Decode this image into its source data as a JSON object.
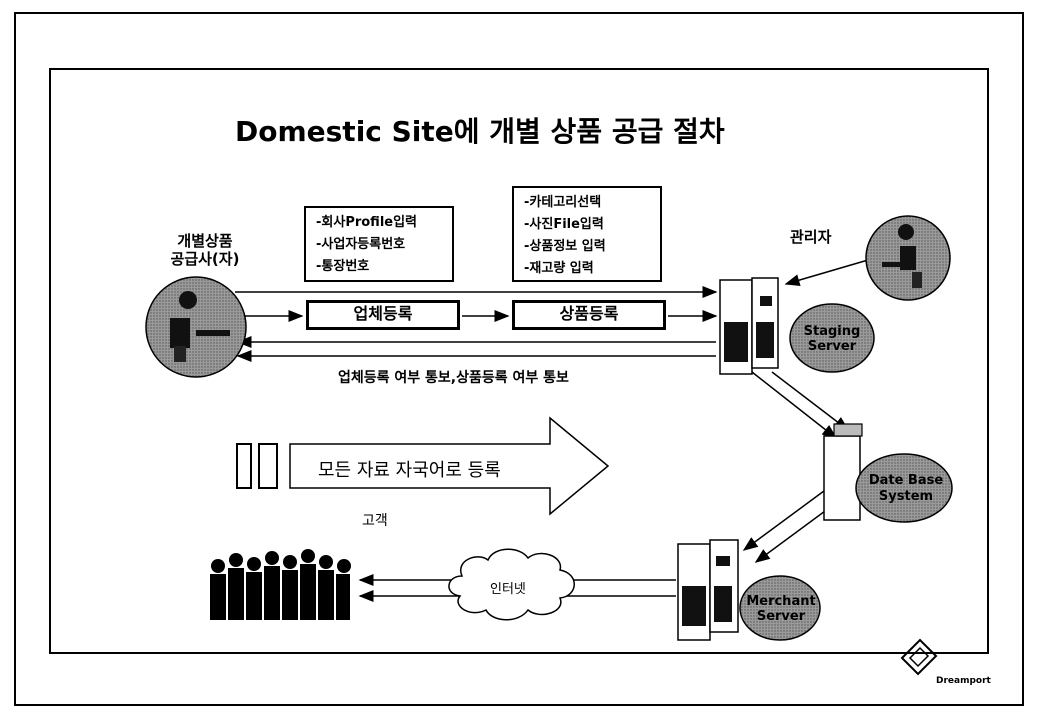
{
  "title": "Domestic Site에 개별 상품 공급 절차",
  "supplier_label_line1": "개별상품",
  "supplier_label_line2": "공급사(자)",
  "admin_label": "관리자",
  "company_box": [
    "-회사Profile입력",
    "-사업자등록번호",
    "-통장번호"
  ],
  "product_box": [
    "-카테고리선택",
    "-사진File입력",
    "-상품정보 입력",
    "-재고량 입력"
  ],
  "step1": "업체등록",
  "step2": "상품등록",
  "notice": "업체등록 여부 통보,상품등록 여부 통보",
  "big_arrow_text": "모든 자료 자국어로 등록",
  "customer_label": "고객",
  "internet_label": "인터넷",
  "staging_label_line1": "Staging",
  "staging_label_line2": "Server",
  "db_label_line1": "Date Base",
  "db_label_line2": "System",
  "merchant_label_line1": "Merchant",
  "merchant_label_line2": "Server",
  "logo_text": "Dreamport"
}
